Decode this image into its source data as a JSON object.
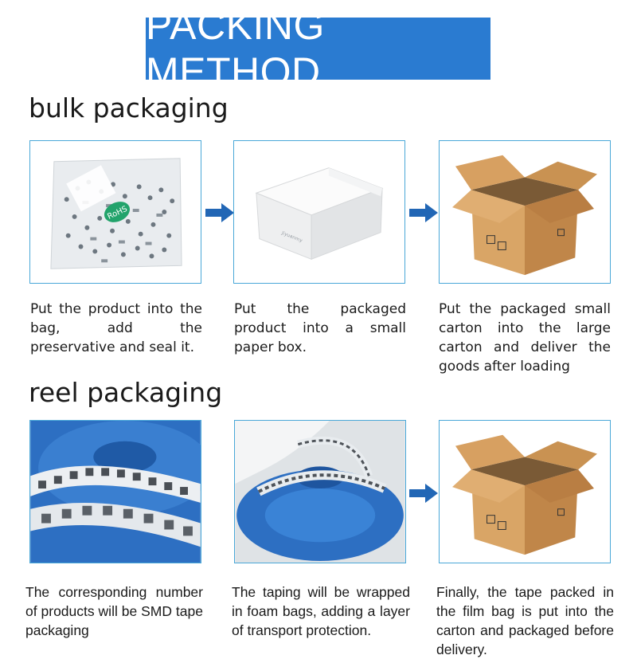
{
  "header": {
    "title": "PACKING METHOD"
  },
  "bulk": {
    "heading": "bulk packaging",
    "steps": [
      {
        "caption": "Put the product into the bag, add the preservative and seal it.",
        "image": "resistor-bag-photo"
      },
      {
        "caption": "Put the packaged product into a small paper box.",
        "image": "white-paper-box-photo"
      },
      {
        "caption": "Put the packaged small carton into the large carton and deliver the goods after loading",
        "image": "cardboard-carton-photo"
      }
    ],
    "bag_label": "RoHS",
    "box_label": "Jiyuanmy"
  },
  "reel": {
    "heading": "reel packaging",
    "steps": [
      {
        "caption": "The corresponding number of products will be SMD tape packaging",
        "image": "smd-reel-closeup-photo"
      },
      {
        "caption": "The taping will be wrapped in foam bags, adding a layer of transport protection.",
        "image": "smd-reel-bag-photo"
      },
      {
        "caption": "Finally, the tape packed in the film bag is put into the carton and packaged before delivery.",
        "image": "cardboard-carton-photo"
      }
    ]
  },
  "colors": {
    "banner": "#2a7bd1",
    "arrow": "#2166b5",
    "tile_border": "#4aa8d8",
    "reel_blue": "#2d6fc2",
    "carton": "#c8935a"
  }
}
